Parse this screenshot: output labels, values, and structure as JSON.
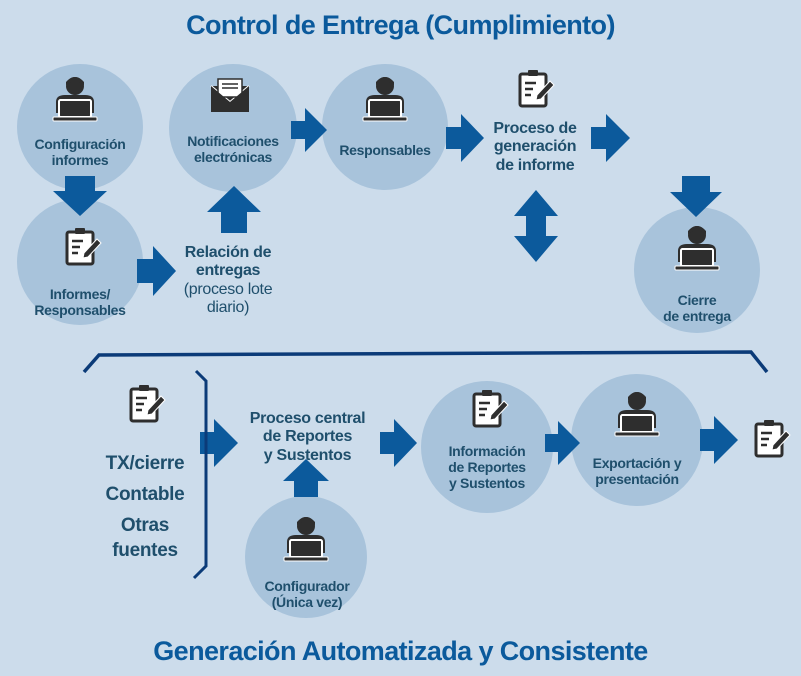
{
  "title_top": "Control de Entrega (Cumplimiento)",
  "title_bottom": "Generación Automatizada y Consistente",
  "colors": {
    "background": "#ccdceb",
    "circle": "#a8c3db",
    "arrow": "#0c5a9c",
    "text": "#1f4f6c",
    "title": "#0b5a9c",
    "icon": "#2e2e2e"
  },
  "top_flow": {
    "config_informes": [
      "Configuración",
      "informes"
    ],
    "informes_responsables": [
      "Informes/",
      "Responsables"
    ],
    "relacion_entregas": {
      "lines": [
        "Relación de",
        "entregas"
      ],
      "note": [
        "(proceso lote",
        "diario)"
      ]
    },
    "notificaciones": [
      "Notificaciones",
      "electrónicas"
    ],
    "responsables": "Responsables",
    "proceso_generacion": [
      "Proceso de",
      "generación",
      "de informe"
    ],
    "cierre_entrega": [
      "Cierre",
      "de entrega"
    ]
  },
  "bottom_flow": {
    "sources": [
      "TX/cierre",
      "Contable",
      "Otras",
      "fuentes"
    ],
    "proceso_central": [
      "Proceso central",
      "de Reportes",
      "y Sustentos"
    ],
    "configurador": [
      "Configurador",
      "(Única vez)"
    ],
    "informacion": [
      "Información",
      "de Reportes",
      "y Sustentos"
    ],
    "exportacion": [
      "Exportación y",
      "presentación"
    ]
  },
  "icons": [
    "person-laptop-icon",
    "clipboard-pen-icon",
    "envelope-icon"
  ]
}
